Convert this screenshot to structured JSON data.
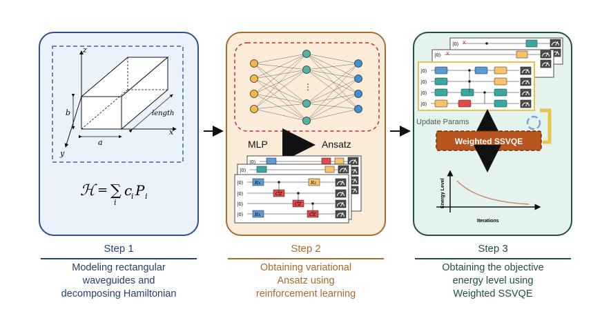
{
  "steps": [
    {
      "label": "Step 1",
      "description": [
        "Modeling rectangular",
        "waveguides and",
        "decomposing Hamiltonian"
      ]
    },
    {
      "label": "Step 2",
      "description": [
        "Obtaining variational",
        "Ansatz using",
        "reinforcement learning"
      ]
    },
    {
      "label": "Step 3",
      "description": [
        "Obtaining the objective",
        "energy level using",
        "Weighted SSVQE"
      ]
    }
  ],
  "panel1": {
    "axis_z": "z",
    "axis_x": "x",
    "axis_y": "y",
    "dim_a": "a",
    "dim_b": "b",
    "dim_length": "length",
    "hamiltonian": {
      "lhs": "ℋ",
      "eq": "=",
      "sum": "∑",
      "sub_i": "i",
      "c": "c",
      "ci_sub": "i",
      "p": "P",
      "pi_sub": "i"
    }
  },
  "panel2": {
    "mlp_label": "MLP",
    "ansatz_label": "Ansatz",
    "ket0": "|0⟩",
    "gates": {
      "rx": "R",
      "rx_sub": "x",
      "rz": "R",
      "rz_sub": "z",
      "cz": "CZ"
    }
  },
  "panel3": {
    "update_params": "Update Params",
    "ssvqe_box": "Weighted SSVQE",
    "chart_ylabel": "Energy Level",
    "chart_xlabel": "Iterations",
    "ket0": "|0⟩",
    "x_mark": "X"
  },
  "colors": {
    "teal": "#3aa7a3",
    "blue": "#5b9bd5",
    "orange": "#f7c26b",
    "red": "#e04a4a",
    "gray": "#4a4a4a",
    "node_orange": "#f5b94a",
    "node_teal": "#4fb3a5",
    "node_blue": "#3e8fd3",
    "dash_red": "#cc2a2a",
    "ssvqe_bg": "#b8541d"
  }
}
